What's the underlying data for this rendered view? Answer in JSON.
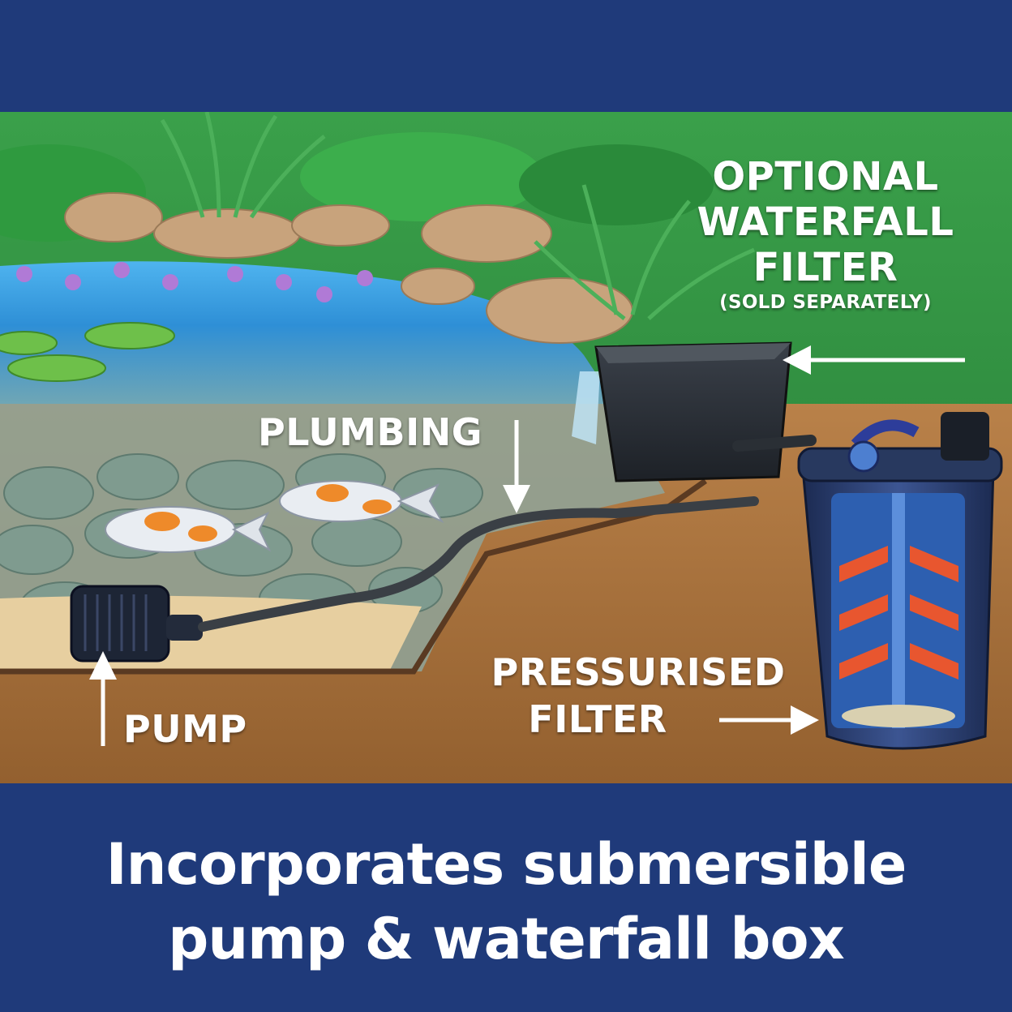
{
  "labels": {
    "optional_line1": "OPTIONAL",
    "optional_line2": "WATERFALL",
    "optional_line3": "FILTER",
    "optional_sub": "(SOLD SEPARATELY)",
    "plumbing": "PLUMBING",
    "pressurised_line1": "PRESSURISED",
    "pressurised_line2": "FILTER",
    "pump": "PUMP"
  },
  "caption": {
    "line1": "Incorporates submersible",
    "line2": "pump & waterfall box"
  },
  "colors": {
    "band": "#1f3a7a",
    "grass": "#2f8a3e",
    "water": "#2e8fd6",
    "soil": "#a9713f",
    "sand": "#e7cfa0",
    "filter_body": "#2b3f73",
    "media_red": "#e8562f",
    "media_blue": "#2d5fb0"
  },
  "icons": [
    "arrow-left-icon",
    "arrow-down-icon",
    "arrow-up-icon",
    "arrow-right-icon"
  ]
}
